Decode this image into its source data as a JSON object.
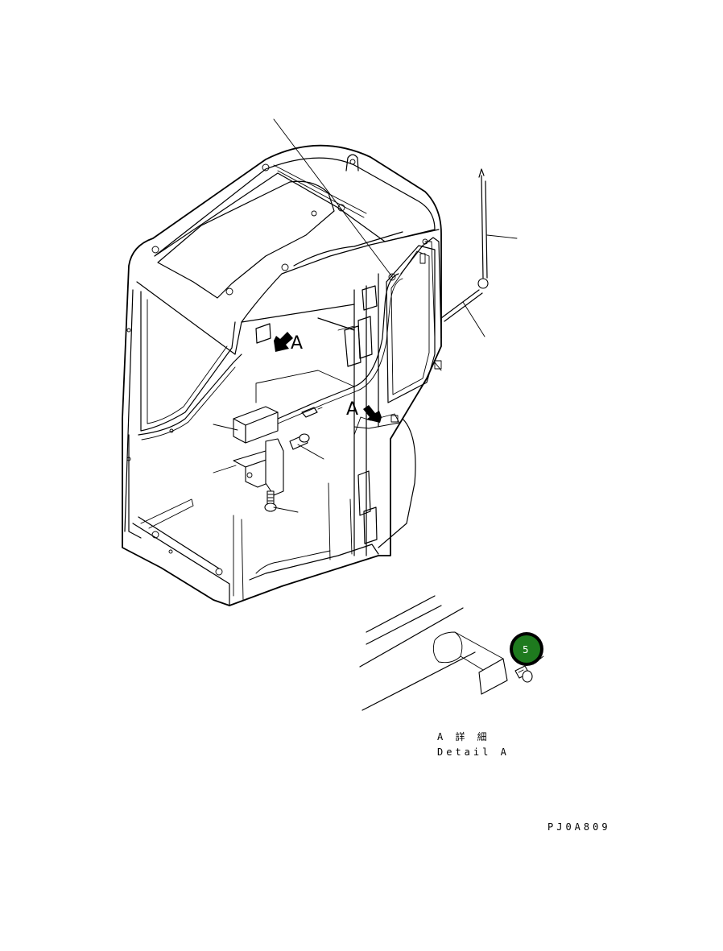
{
  "view_marker": {
    "letter": "A"
  },
  "callout": {
    "number": "5",
    "color": "#1e7a1e"
  },
  "detail": {
    "title_jp": "A 詳 細",
    "title_en": "Detail A"
  },
  "drawing_code": "PJ0A809"
}
